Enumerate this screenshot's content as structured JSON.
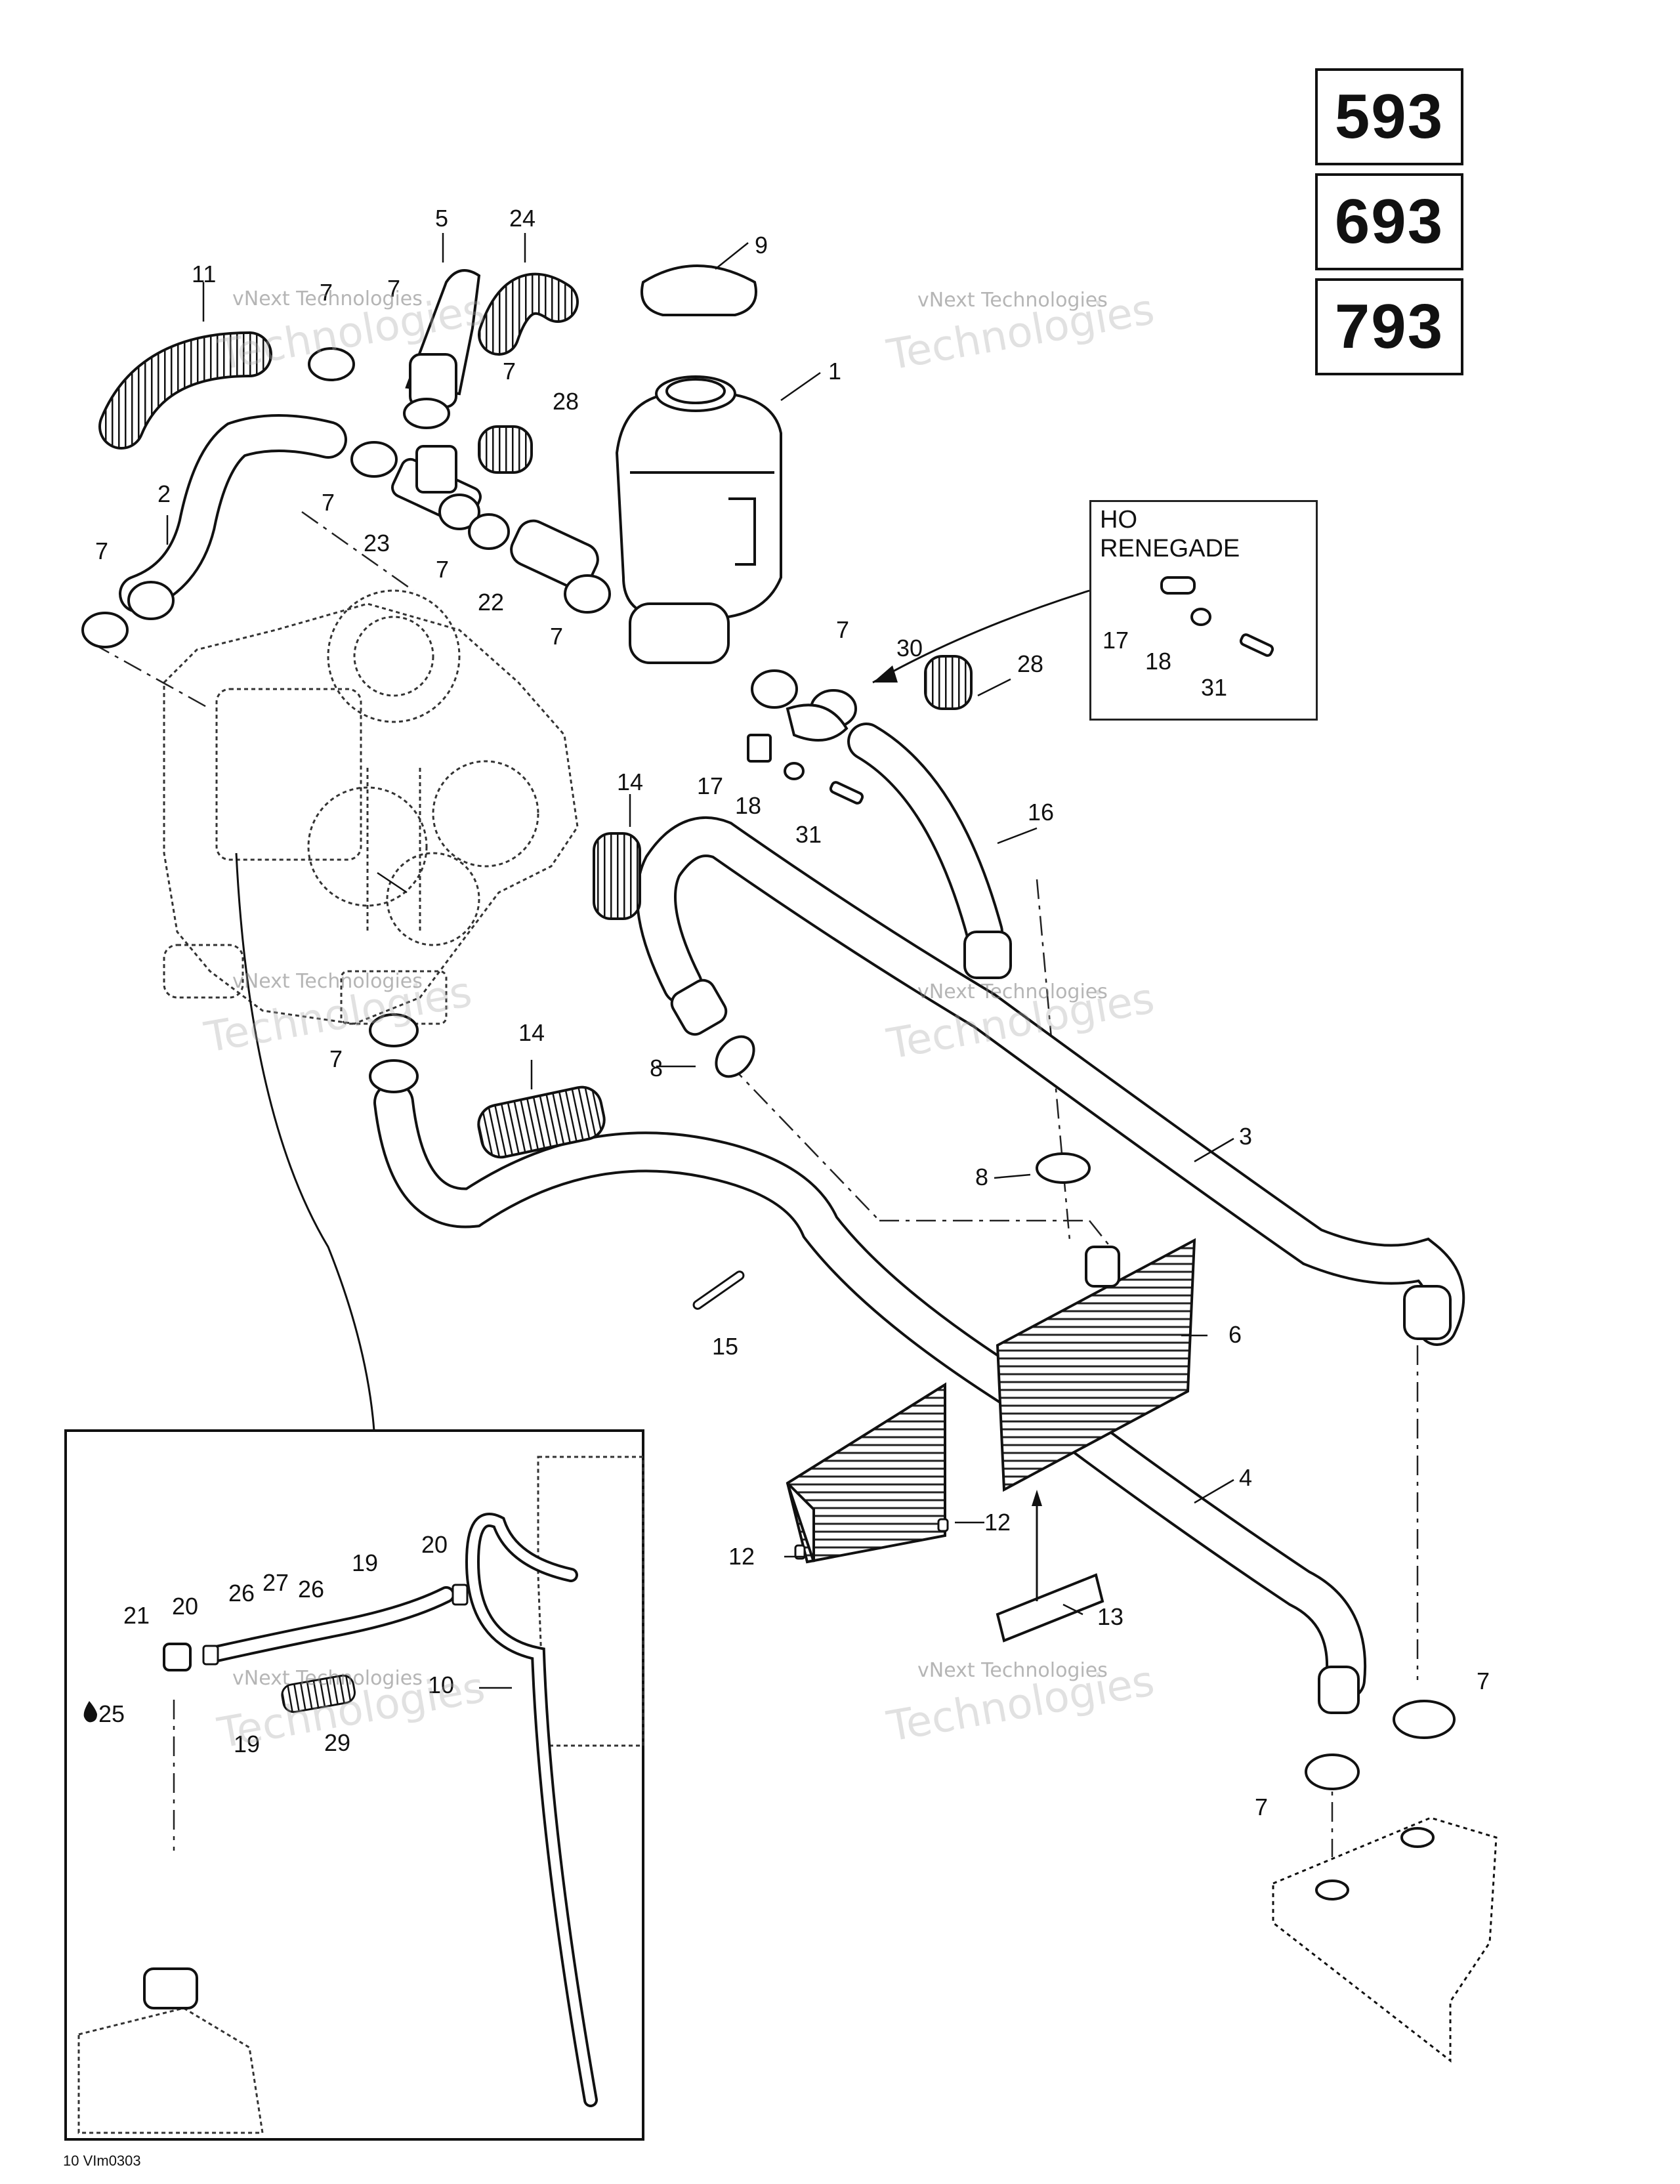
{
  "models": [
    "593",
    "693",
    "793"
  ],
  "inset": {
    "title_line1": "HO",
    "title_line2": "RENEGADE"
  },
  "reference_code": "10 VIm0303",
  "watermark": {
    "line1": "vNext Technologies",
    "line2": "Technologies",
    "line3": "vNext"
  },
  "callouts": [
    {
      "id": "c1",
      "label": "1"
    },
    {
      "id": "c2",
      "label": "2"
    },
    {
      "id": "c3",
      "label": "3"
    },
    {
      "id": "c4",
      "label": "4"
    },
    {
      "id": "c5",
      "label": "5"
    },
    {
      "id": "c6",
      "label": "6"
    },
    {
      "id": "c7a",
      "label": "7"
    },
    {
      "id": "c7b",
      "label": "7"
    },
    {
      "id": "c7c",
      "label": "7"
    },
    {
      "id": "c7d",
      "label": "7"
    },
    {
      "id": "c7e",
      "label": "7"
    },
    {
      "id": "c7f",
      "label": "7"
    },
    {
      "id": "c7g",
      "label": "7"
    },
    {
      "id": "c7h",
      "label": "7"
    },
    {
      "id": "c7i",
      "label": "7"
    },
    {
      "id": "c7j",
      "label": "7"
    },
    {
      "id": "c7k",
      "label": "7"
    },
    {
      "id": "c8a",
      "label": "8"
    },
    {
      "id": "c8b",
      "label": "8"
    },
    {
      "id": "c9",
      "label": "9"
    },
    {
      "id": "c10",
      "label": "10"
    },
    {
      "id": "c11",
      "label": "11"
    },
    {
      "id": "c12a",
      "label": "12"
    },
    {
      "id": "c12b",
      "label": "12"
    },
    {
      "id": "c13",
      "label": "13"
    },
    {
      "id": "c14a",
      "label": "14"
    },
    {
      "id": "c14b",
      "label": "14"
    },
    {
      "id": "c15",
      "label": "15"
    },
    {
      "id": "c16",
      "label": "16"
    },
    {
      "id": "c17a",
      "label": "17"
    },
    {
      "id": "c17b",
      "label": "17"
    },
    {
      "id": "c18a",
      "label": "18"
    },
    {
      "id": "c18b",
      "label": "18"
    },
    {
      "id": "c19a",
      "label": "19"
    },
    {
      "id": "c19b",
      "label": "19"
    },
    {
      "id": "c20a",
      "label": "20"
    },
    {
      "id": "c20b",
      "label": "20"
    },
    {
      "id": "c21",
      "label": "21"
    },
    {
      "id": "c22",
      "label": "22"
    },
    {
      "id": "c23",
      "label": "23"
    },
    {
      "id": "c24",
      "label": "24"
    },
    {
      "id": "c25",
      "label": "25"
    },
    {
      "id": "c26a",
      "label": "26"
    },
    {
      "id": "c26b",
      "label": "26"
    },
    {
      "id": "c27",
      "label": "27"
    },
    {
      "id": "c28a",
      "label": "28"
    },
    {
      "id": "c28b",
      "label": "28"
    },
    {
      "id": "c29",
      "label": "29"
    },
    {
      "id": "c30",
      "label": "30"
    },
    {
      "id": "c31a",
      "label": "31"
    },
    {
      "id": "c31b",
      "label": "31"
    }
  ]
}
